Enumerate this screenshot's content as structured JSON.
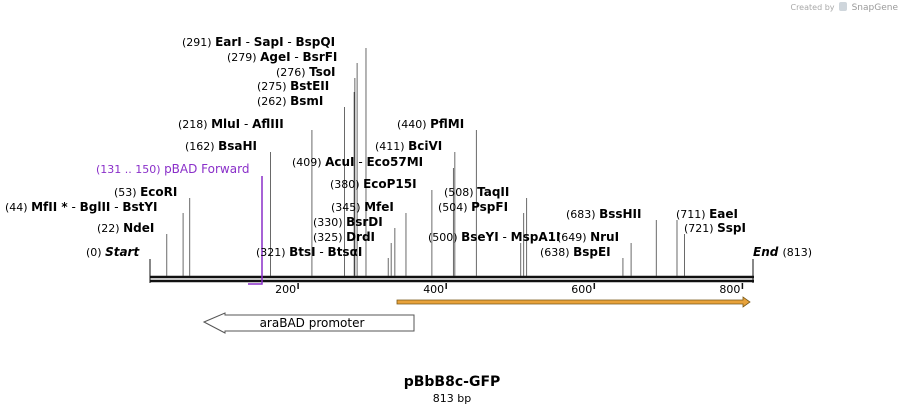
{
  "credit": {
    "prefix": "Created by",
    "brand": "SnapGene"
  },
  "sequence": {
    "name": "pBbB8c-GFP",
    "length_label": "813 bp",
    "length": 813
  },
  "ends": {
    "start": {
      "pos": "(0)",
      "label": "Start"
    },
    "end": {
      "pos": "(813)",
      "label": "End"
    }
  },
  "ruler_ticks": [
    {
      "value": 200,
      "label": "200"
    },
    {
      "value": 400,
      "label": "400"
    },
    {
      "value": 600,
      "label": "600"
    },
    {
      "value": 800,
      "label": "800"
    }
  ],
  "sites": [
    {
      "pos": "(291)",
      "names": [
        "EarI",
        "SapI",
        "BspQI"
      ],
      "bp": 291
    },
    {
      "pos": "(279)",
      "names": [
        "AgeI",
        "BsrFI"
      ],
      "bp": 279
    },
    {
      "pos": "(276)",
      "names": [
        "TsoI"
      ],
      "bp": 276
    },
    {
      "pos": "(275)",
      "names": [
        "BstEII"
      ],
      "bp": 275
    },
    {
      "pos": "(262)",
      "names": [
        "BsmI"
      ],
      "bp": 262
    },
    {
      "pos": "(218)",
      "names": [
        "MluI",
        "AflIII"
      ],
      "bp": 218
    },
    {
      "pos": "(162)",
      "names": [
        "BsaHI"
      ],
      "bp": 162
    },
    {
      "pos": "(53)",
      "names": [
        "EcoRI"
      ],
      "bp": 53
    },
    {
      "pos": "(44)",
      "names": [
        "MfII *",
        "BglII",
        "BstYI"
      ],
      "bp": 44
    },
    {
      "pos": "(22)",
      "names": [
        "NdeI"
      ],
      "bp": 22
    },
    {
      "pos": "(321)",
      "names": [
        "BtsI",
        "BtsαI"
      ],
      "bp": 321
    },
    {
      "pos": "(325)",
      "names": [
        "DrdI"
      ],
      "bp": 325
    },
    {
      "pos": "(330)",
      "names": [
        "BsrDI"
      ],
      "bp": 330
    },
    {
      "pos": "(345)",
      "names": [
        "MfeI"
      ],
      "bp": 345
    },
    {
      "pos": "(380)",
      "names": [
        "EcoP15I"
      ],
      "bp": 380
    },
    {
      "pos": "(409)",
      "names": [
        "AcuI",
        "Eco57MI"
      ],
      "bp": 409
    },
    {
      "pos": "(411)",
      "names": [
        "BciVI"
      ],
      "bp": 411
    },
    {
      "pos": "(440)",
      "names": [
        "PflMI"
      ],
      "bp": 440
    },
    {
      "pos": "(508)",
      "names": [
        "TaqII"
      ],
      "bp": 508
    },
    {
      "pos": "(504)",
      "names": [
        "PspFI"
      ],
      "bp": 504
    },
    {
      "pos": "(500)",
      "names": [
        "BseYI",
        "MspA1I"
      ],
      "bp": 500
    },
    {
      "pos": "(683)",
      "names": [
        "BssHII"
      ],
      "bp": 683
    },
    {
      "pos": "(649)",
      "names": [
        "NruI"
      ],
      "bp": 649
    },
    {
      "pos": "(638)",
      "names": [
        "BspEI"
      ],
      "bp": 638
    },
    {
      "pos": "(711)",
      "names": [
        "EaeI"
      ],
      "bp": 711
    },
    {
      "pos": "(721)",
      "names": [
        "SspI"
      ],
      "bp": 721
    }
  ],
  "primer": {
    "range": "(131 .. 150)",
    "label": "pBAD Forward",
    "color": "#8a2fc9"
  },
  "features": {
    "promoter": {
      "label": "araBAD promoter"
    },
    "orf": {
      "color": "#e8a23a"
    }
  }
}
